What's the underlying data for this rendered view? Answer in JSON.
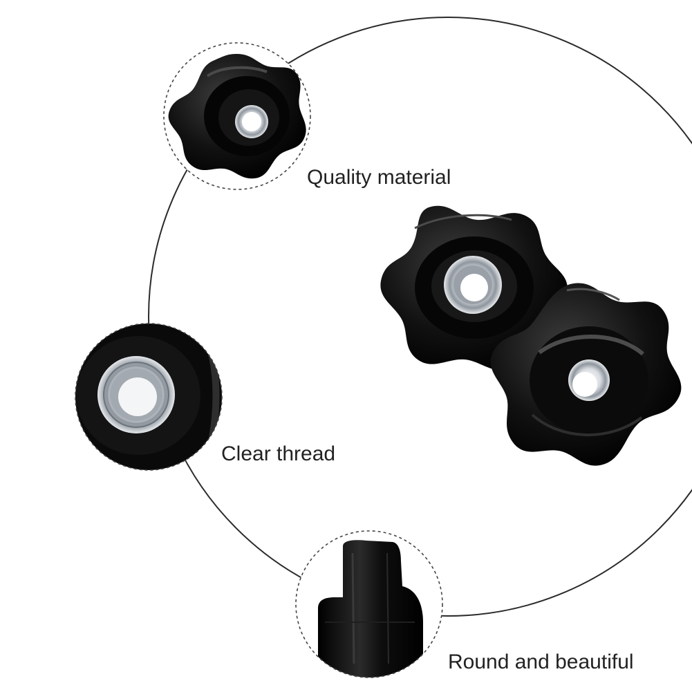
{
  "captions": {
    "quality": "Quality material",
    "thread": "Clear thread",
    "round": "Round and beautiful"
  },
  "icons": {
    "knob_top": "star-knob-icon",
    "knob_main_left": "star-knob-icon",
    "knob_main_right": "star-knob-icon",
    "thread_closeup": "threaded-insert-icon",
    "side_profile": "knob-side-profile-icon"
  },
  "colors": {
    "background": "#ffffff",
    "plastic": "#0b0b0b",
    "plastic_highlight": "#3a3a3a",
    "metal": "#c9ced4",
    "metal_dark": "#7d848c",
    "line": "#2a2a2a",
    "text": "#222222"
  }
}
